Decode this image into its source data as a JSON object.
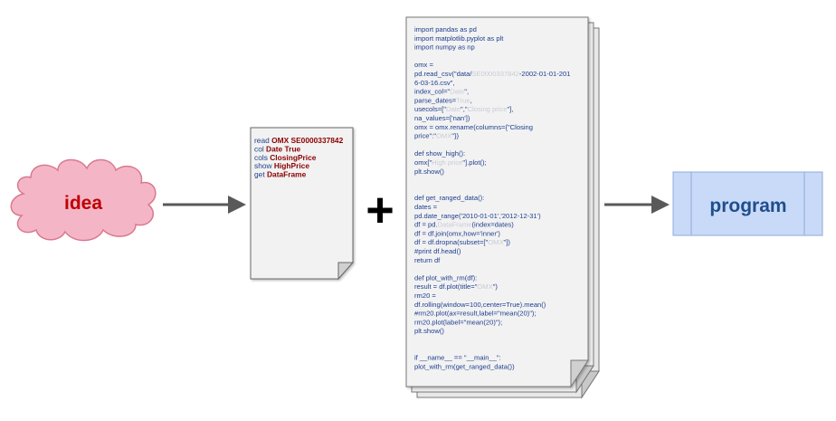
{
  "idea": {
    "label": "idea",
    "fill": "#f4b6c7",
    "stroke": "#d9798f",
    "text_color": "#c00000"
  },
  "program": {
    "label": "program",
    "fill": "#c9daf8",
    "stroke": "#8eaadb",
    "text_color": "#1f4e8c"
  },
  "plus_symbol": "+",
  "dsl_doc": {
    "lines": [
      [
        {
          "t": "read ",
          "k": false
        },
        {
          "t": "OMX SE0000337842",
          "k": true
        }
      ],
      [
        {
          "t": "   col ",
          "k": false
        },
        {
          "t": "Date True",
          "k": true
        }
      ],
      [
        {
          "t": "   cols ",
          "k": false
        },
        {
          "t": "ClosingPrice",
          "k": true
        }
      ],
      [
        {
          "t": "show  ",
          "k": false
        },
        {
          "t": "HighPrice",
          "k": true
        }
      ],
      [
        {
          "t": "get ",
          "k": false
        },
        {
          "t": "DataFrame",
          "k": true
        }
      ]
    ]
  },
  "code_doc": {
    "lines": [
      [
        {
          "t": "import pandas as pd"
        }
      ],
      [
        {
          "t": "import matplotlib.pyplot as plt"
        }
      ],
      [
        {
          "t": "import numpy as np"
        }
      ],
      [],
      [
        {
          "t": "omx ="
        }
      ],
      [
        {
          "t": "pd.read_csv(\"data/"
        },
        {
          "t": "SE0000337842",
          "f": true
        },
        {
          "t": "-2002-01-01-201"
        }
      ],
      [
        {
          "t": "6-03-16.csv\","
        }
      ],
      [
        {
          "t": "                index_col=\""
        },
        {
          "t": "Date",
          "f": true
        },
        {
          "t": "\","
        }
      ],
      [
        {
          "t": "                parse_dates="
        },
        {
          "t": "True",
          "f": true
        },
        {
          "t": ","
        }
      ],
      [
        {
          "t": "                usecols=[\""
        },
        {
          "t": "Date",
          "f": true
        },
        {
          "t": "\",\""
        },
        {
          "t": "Closing price",
          "f": true
        },
        {
          "t": "\"],"
        }
      ],
      [
        {
          "t": "                na_values=['nan'])"
        }
      ],
      [
        {
          "t": "omx = omx.rename(columns={\"Closing"
        }
      ],
      [
        {
          "t": "price\":\""
        },
        {
          "t": "OMX",
          "f": true
        },
        {
          "t": "\"})"
        }
      ],
      [],
      [
        {
          "t": "def show_high():"
        }
      ],
      [
        {
          "t": "   omx[\""
        },
        {
          "t": "High price",
          "f": true
        },
        {
          "t": "\"].plot();"
        }
      ],
      [
        {
          "t": "   plt.show()"
        }
      ],
      [],
      [],
      [
        {
          "t": "def get_ranged_data():"
        }
      ],
      [
        {
          "t": "   dates ="
        }
      ],
      [
        {
          "t": "pd.date_range('2010-01-01','2012-12-31')"
        }
      ],
      [
        {
          "t": "   df = pd."
        },
        {
          "t": "DataFrame",
          "f": true
        },
        {
          "t": "(index=dates)"
        }
      ],
      [
        {
          "t": "   df = df.join(omx,how='inner')"
        }
      ],
      [
        {
          "t": "   df = df.dropna(subset=[\""
        },
        {
          "t": "OMX",
          "f": true
        },
        {
          "t": "\"])"
        }
      ],
      [
        {
          "t": "   #print df.head()"
        }
      ],
      [
        {
          "t": "   return df"
        }
      ],
      [],
      [
        {
          "t": "def plot_with_rm(df):"
        }
      ],
      [
        {
          "t": "   result = df.plot(title=\""
        },
        {
          "t": "OMX",
          "f": true
        },
        {
          "t": "\")"
        }
      ],
      [
        {
          "t": "   rm20 ="
        }
      ],
      [
        {
          "t": "df.rolling(window=100,center=True).mean()"
        }
      ],
      [
        {
          "t": "   #rm20.plot(ax=result,label=\"mean(20)\");"
        }
      ],
      [
        {
          "t": "   rm20.plot(label=\"mean(20)\");"
        }
      ],
      [
        {
          "t": "   plt.show()"
        }
      ],
      [],
      [],
      [
        {
          "t": "if __name__ == \"__main__\":"
        }
      ],
      [
        {
          "t": "   plot_with_rm(get_ranged_data())"
        }
      ]
    ]
  }
}
